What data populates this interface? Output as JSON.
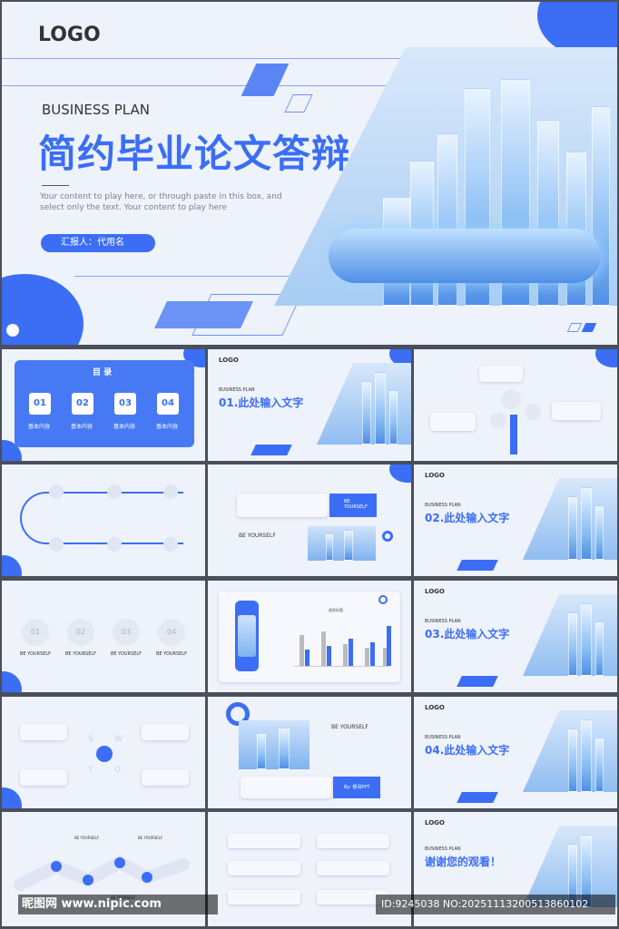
{
  "hero": {
    "logo": "LOGO",
    "subtitle": "BUSINESS PLAN",
    "title": "简约毕业论文答辩",
    "desc1": "Your content to play here, or through paste in this box, and",
    "desc2": "select only the text. Your content to play here",
    "reporter": "汇报人：代用名"
  },
  "toc": {
    "title": "目 录",
    "subtitle": "CONTENTS",
    "nums": [
      "01",
      "02",
      "03",
      "04"
    ],
    "label": "基本内容"
  },
  "section": {
    "logo": "LOGO",
    "plan": "BUSINESS PLAN",
    "s1": "01.此处输入文字",
    "s2": "02.此处输入文字",
    "s3": "03.此处输入文字",
    "s4": "04.此处输入文字",
    "end": "谢谢您的观看！"
  },
  "misc": {
    "be_yourself": "BE YOURSELF",
    "be_yourself_short": "BE\nYOURSELF",
    "circles": [
      "01",
      "02",
      "03",
      "04"
    ],
    "chart_title": "趋势标题",
    "swot": [
      "S",
      "W",
      "T",
      "O"
    ],
    "by": "By: 楼哥PPT"
  },
  "watermark": {
    "site": "昵图网 www.nipic.com",
    "id": "ID:9245038 NO:20251113200513860102"
  },
  "colors": {
    "accent": "#3b6ef5",
    "background": "#eef2fb"
  }
}
